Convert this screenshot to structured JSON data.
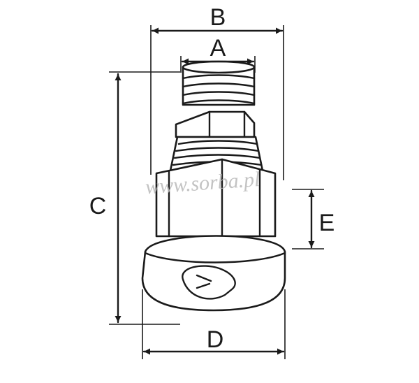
{
  "labels": {
    "a": "A",
    "b": "B",
    "c": "C",
    "d": "D",
    "e": "E"
  },
  "watermark": "www.sorba.pl"
}
